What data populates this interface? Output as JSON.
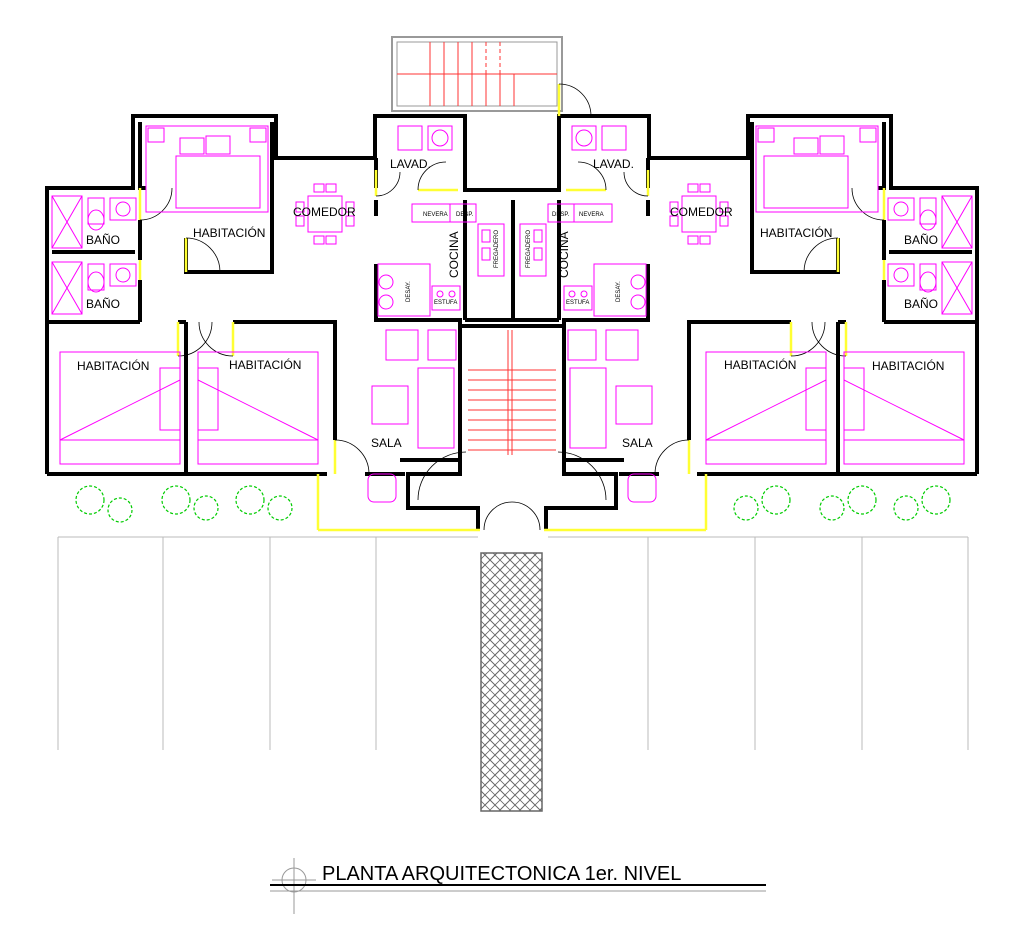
{
  "colors": {
    "wall": "#000000",
    "furniture": "#ff00ff",
    "stairs": "#ff3333",
    "door": "#ffff33",
    "plants": "#00cc00",
    "paving": "#777777",
    "guides": "#bbbbbb"
  },
  "title": "PLANTA ARQUITECTONICA 1er. NIVEL",
  "rooms": {
    "lavad": "LAVAD.",
    "comedor": "COMEDOR",
    "cocina": "COCINA",
    "sala": "SALA",
    "habitacion": "HABITACIÓN",
    "bano": "BAÑO"
  },
  "kitchen": {
    "nevera": "NEVERA",
    "desp": "DESP.",
    "fregadero": "FREGADERO",
    "estufa": "ESTUFA",
    "desay": "DESAY."
  }
}
